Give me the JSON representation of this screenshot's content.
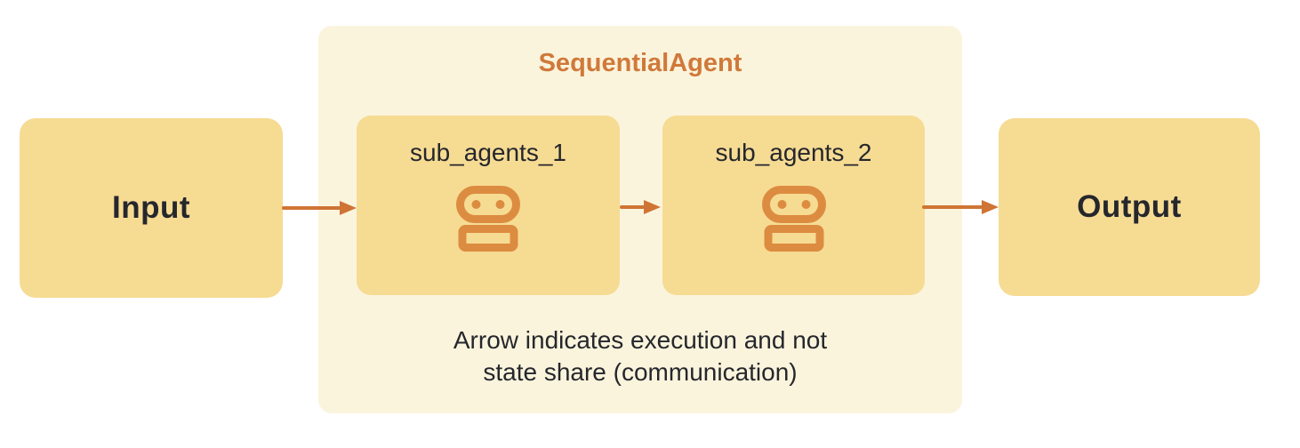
{
  "colors": {
    "canvas-bg": "#FFFFFF",
    "box-fill": "#F6DB93",
    "group-fill": "#FBF4DD",
    "accent": "#CF7434",
    "robot": "#DC8C40",
    "title-orange": "#D0793A",
    "text-dark": "#25272C"
  },
  "diagram": {
    "input_label": "Input",
    "output_label": "Output",
    "group_title": "SequentialAgent",
    "sub_agents": [
      {
        "label": "sub_agents_1",
        "icon": "robot-icon"
      },
      {
        "label": "sub_agents_2",
        "icon": "robot-icon"
      }
    ],
    "caption_lines": [
      "Arrow indicates execution and not",
      "state share (communication)"
    ],
    "arrows": [
      "input-to-sub-agents-1",
      "sub-agents-1-to-sub-agents-2",
      "sub-agents-2-to-output"
    ]
  }
}
